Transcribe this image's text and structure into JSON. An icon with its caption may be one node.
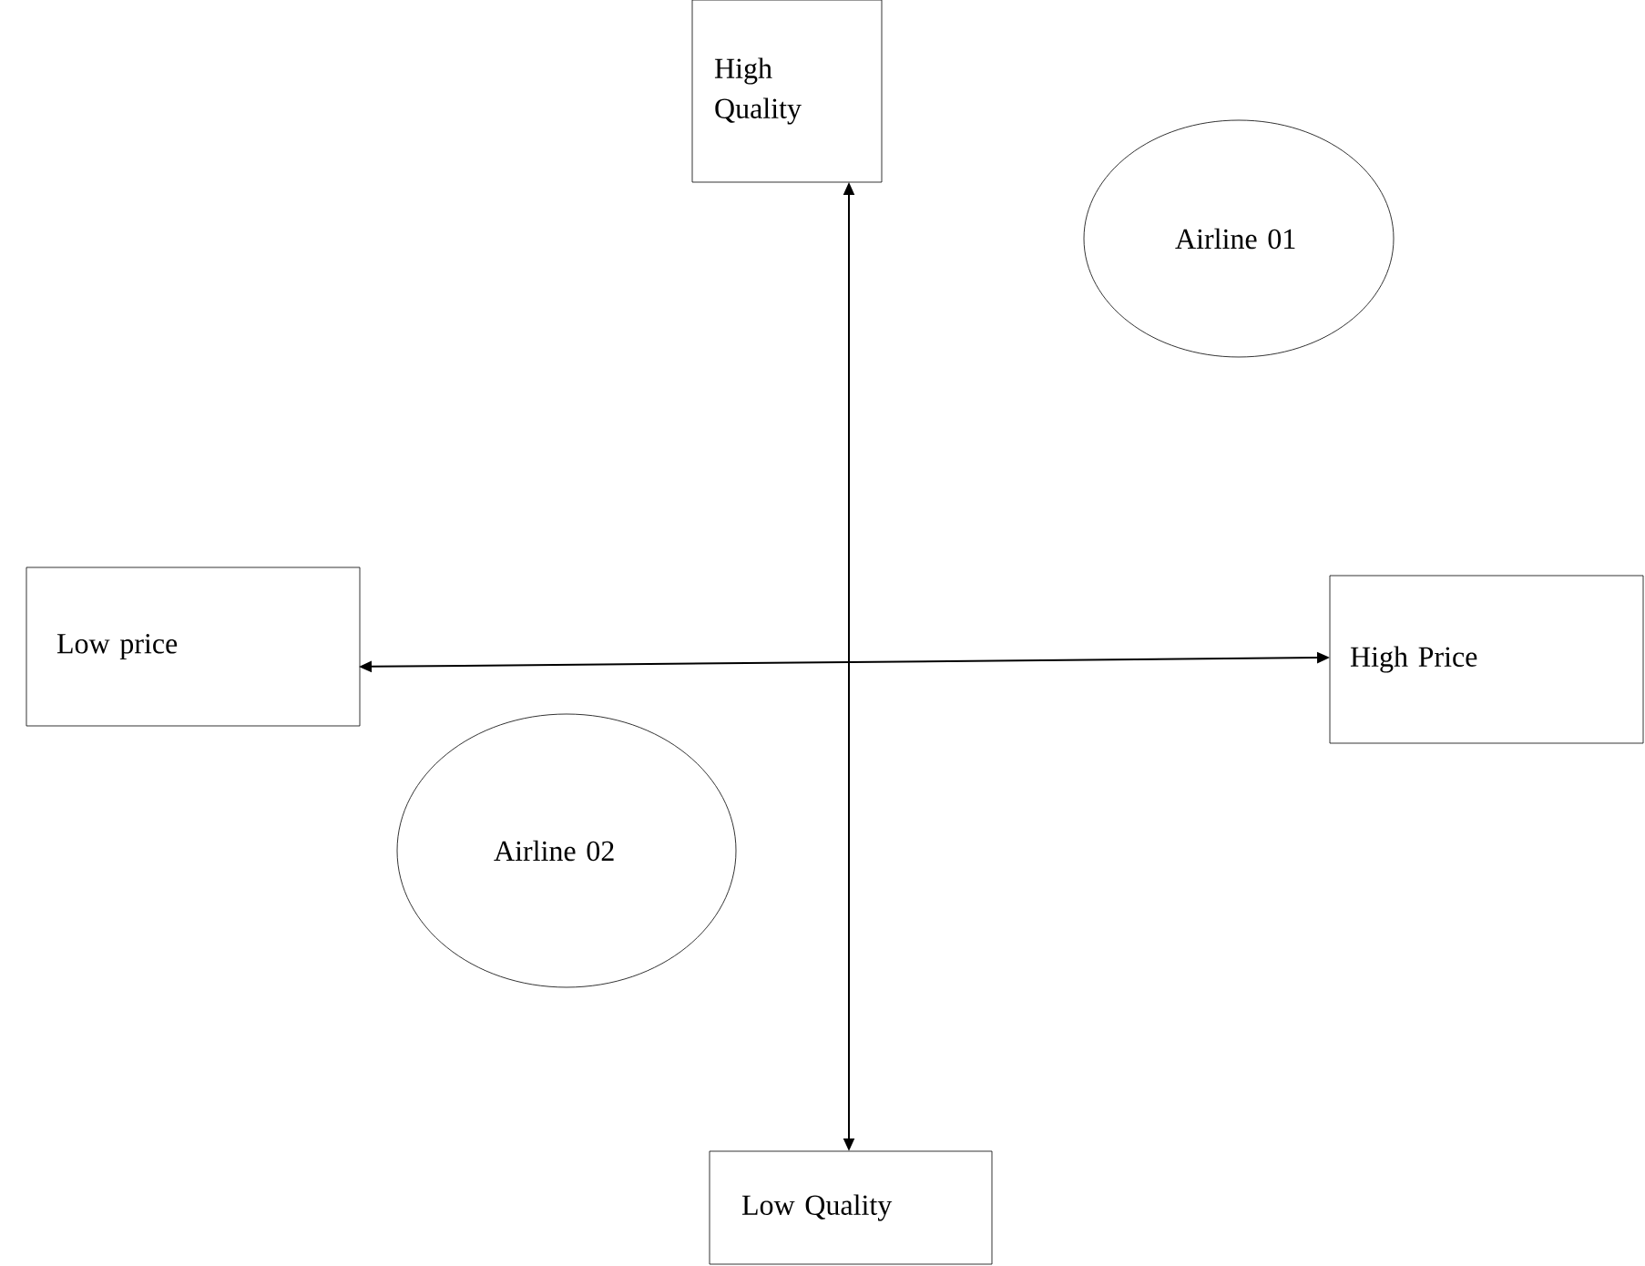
{
  "diagram": {
    "nodes": [
      {
        "text": [
          "High Quality"
        ]
      },
      {
        "text": [
          "Airline 01"
        ]
      },
      {
        "text": [
          "Low price"
        ]
      },
      {
        "text": [
          "High Price"
        ]
      },
      {
        "text": [
          "Airline 02"
        ]
      },
      {
        "text": [
          "Low Quality"
        ]
      }
    ],
    "edges": [
      {
        "from": 0,
        "to": 5,
        "arrow": "both"
      },
      {
        "from": 2,
        "to": 3,
        "arrow": "both"
      }
    ]
  }
}
